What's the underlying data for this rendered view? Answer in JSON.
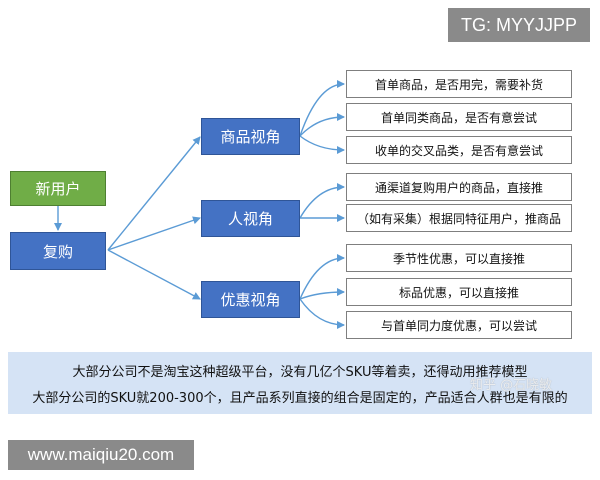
{
  "watermarks": {
    "top_right": "TG: MYYJJPP",
    "bottom_left": "www.maiqiu20.com",
    "zhihu": "知乎 @石晓敏"
  },
  "flow": {
    "new_user": "新用户",
    "repurchase": "复购",
    "perspectives": [
      {
        "label": "商品视角",
        "items": [
          "首单商品，是否用完，需要补货",
          "首单同类商品，是否有意尝试",
          "收单的交叉品类，是否有意尝试"
        ]
      },
      {
        "label": "人视角",
        "items": [
          "通渠道复购用户的商品，直接推",
          "（如有采集）根据同特征用户，推商品"
        ]
      },
      {
        "label": "优惠视角",
        "items": [
          "季节性优惠，可以直接推",
          "标品优惠，可以直接推",
          "与首单同力度优惠，可以尝试"
        ]
      }
    ]
  },
  "notes": [
    "大部分公司不是淘宝这种超级平台，没有几亿个SKU等着卖，还得动用推荐模型",
    "大部分公司的SKU就200-300个，且产品系列直接的组合是固定的，产品适合人群也是有限的"
  ],
  "colors": {
    "new_user_fill": "#70ad47",
    "perspective_fill": "#4472c4",
    "arrow": "#5b9bd5",
    "note_band": "#d5e3f5"
  }
}
